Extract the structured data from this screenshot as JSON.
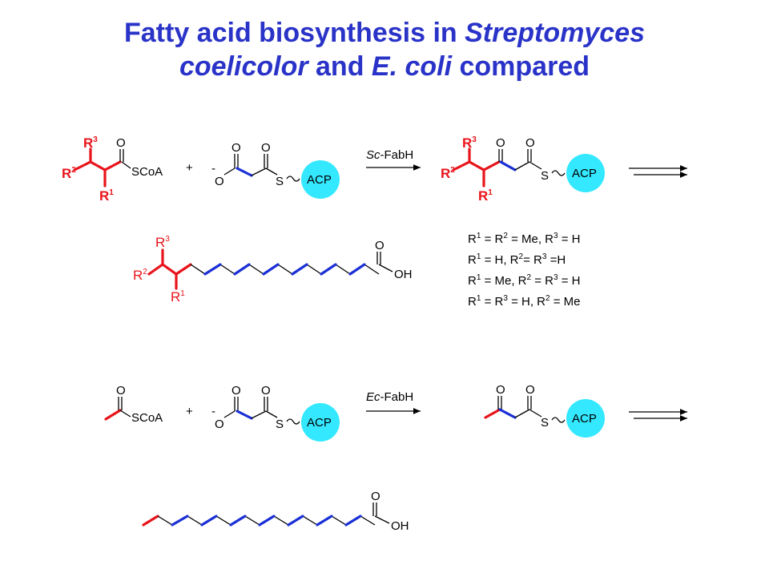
{
  "title": {
    "line1_a": "Fatty acid biosynthesis in ",
    "line1_b": "Streptomyces",
    "line2_a": "coelicolor",
    "line2_b": " and ",
    "line2_c": "E. coli",
    "line2_d": " compared"
  },
  "scheme": {
    "atoms": {
      "O": "O",
      "S": "S",
      "SCoA": "SCoA",
      "OH": "OH",
      "ACP": "ACP",
      "plus": "+",
      "minus": "-"
    },
    "groups": {
      "R": "R",
      "one": "1",
      "two": "2",
      "three": "3"
    },
    "sc_enzyme_prefix": "Sc",
    "ec_enzyme_prefix": "Ec",
    "enzyme_suffix": "-FabH",
    "legend": [
      "R1 = R2 = Me, R3 = H",
      "R1 = H, R2= R3 =H",
      "R1 = Me, R2 = R3 = H",
      "R1 = R3 = H, R2 = Me"
    ],
    "colors": {
      "branched_starter": "#e8141b",
      "malonyl_extension": "#1a2fd6",
      "acp": "#33e8ff",
      "title": "#2a33c8"
    }
  }
}
